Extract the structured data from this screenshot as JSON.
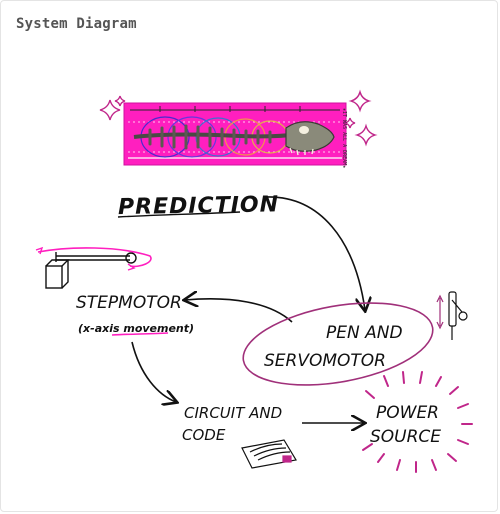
{
  "header": {
    "title": "System Diagram"
  },
  "colors": {
    "accent_pink": "#ff1fbf",
    "ellipse_purple": "#a0307a",
    "ink": "#111111",
    "burst_pink": "#c0268a"
  },
  "nodes": {
    "prediction": "PREDICTION",
    "stepmotor": "STEPMOTOR",
    "stepmotor_note": "(x-axis movement)",
    "pen_servo_line1": "PEN AND",
    "pen_servo_line2": "SERVOMOTOR",
    "circuit_line1": "CIRCUIT AND",
    "circuit_line2": "CODE",
    "power_line1": "POWER",
    "power_line2": "SOURCE"
  },
  "banner": {
    "vertical_text": "★IT WAS ALL A DREAM★"
  },
  "icons": {
    "sparkles": "sparkle-icon",
    "stepmotor": "stepmotor-sketch-icon",
    "pen": "pen-servo-sketch-icon",
    "circuit": "circuit-board-sketch-icon"
  }
}
